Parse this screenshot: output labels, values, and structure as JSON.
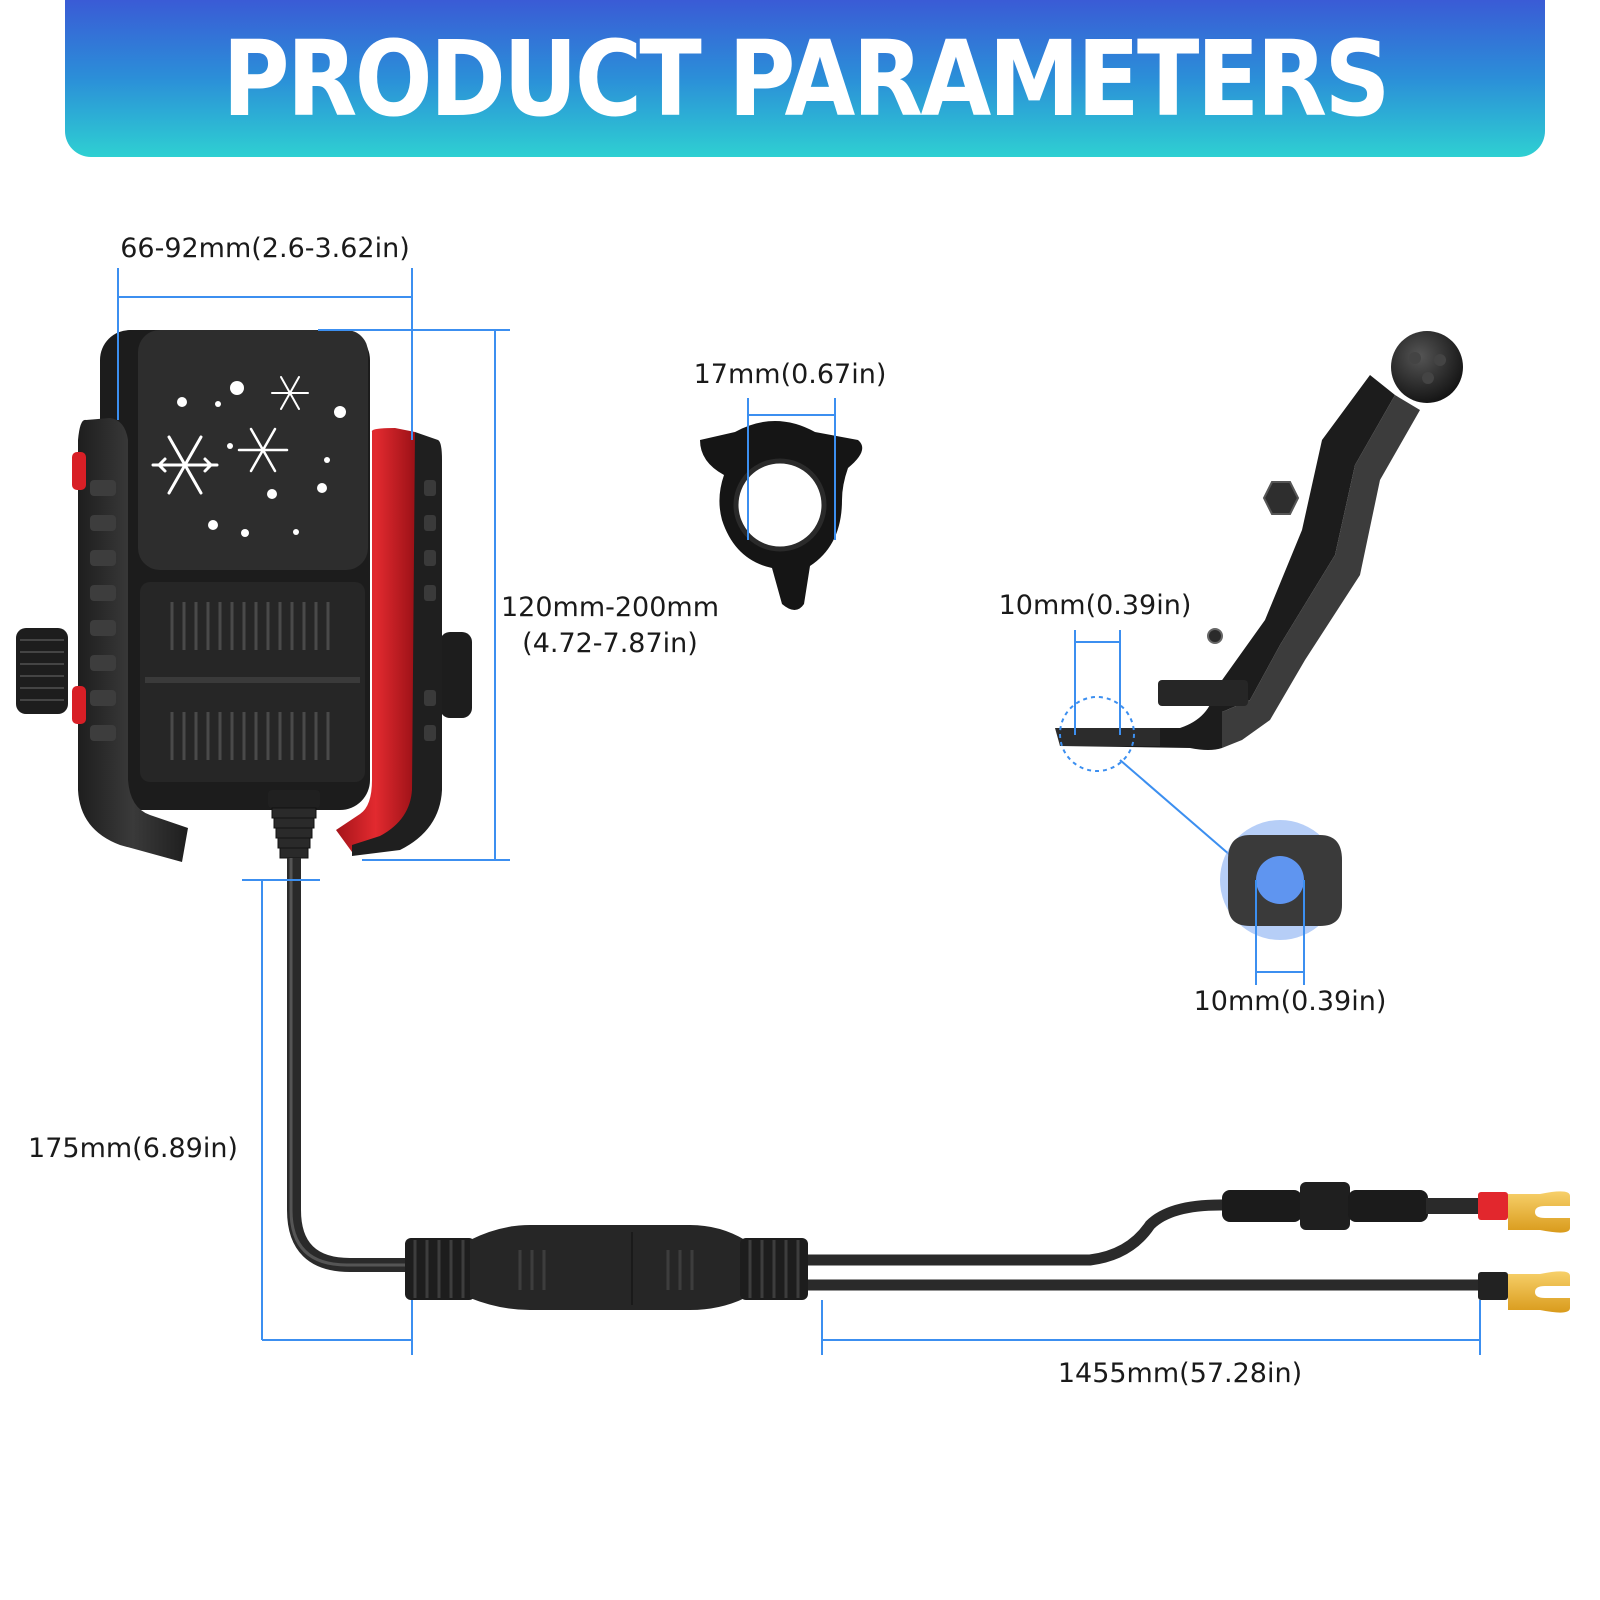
{
  "banner": {
    "title": "PRODUCT PARAMETERS"
  },
  "dimensions": {
    "clamp_width": "66-92mm(2.6-3.62in)",
    "clamp_height_line1": "120mm-200mm",
    "clamp_height_line2": "(4.72-7.87in)",
    "ring_inner": "17mm(0.67in)",
    "bracket_hole": "10mm(0.39in)",
    "bracket_hole_detail": "10mm(0.39in)",
    "cable_short": "175mm(6.89in)",
    "cable_long": "1455mm(57.28in)"
  },
  "colors": {
    "dimension_line": "#3c8ff0",
    "accent_red": "#d81f26",
    "body_dark": "#2b2b2b",
    "terminal_gold": "#f0b73a"
  }
}
